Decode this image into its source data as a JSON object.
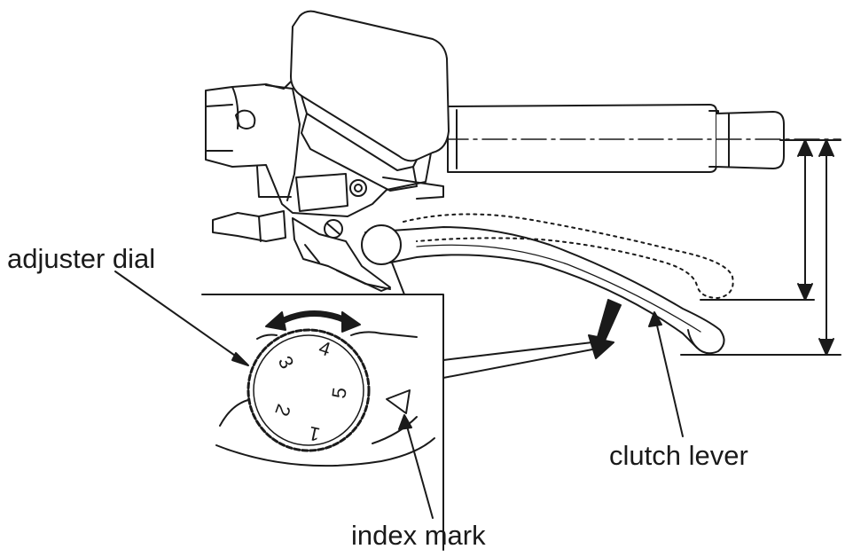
{
  "labels": {
    "adjuster_dial": "adjuster dial",
    "clutch_lever": "clutch lever",
    "index_mark": "index mark"
  },
  "dial_numbers": [
    "1",
    "2",
    "3",
    "4",
    "5"
  ],
  "colors": {
    "line": "#1a1a1a",
    "fill_light": "#ffffff",
    "shade": "#d9d9d9"
  }
}
